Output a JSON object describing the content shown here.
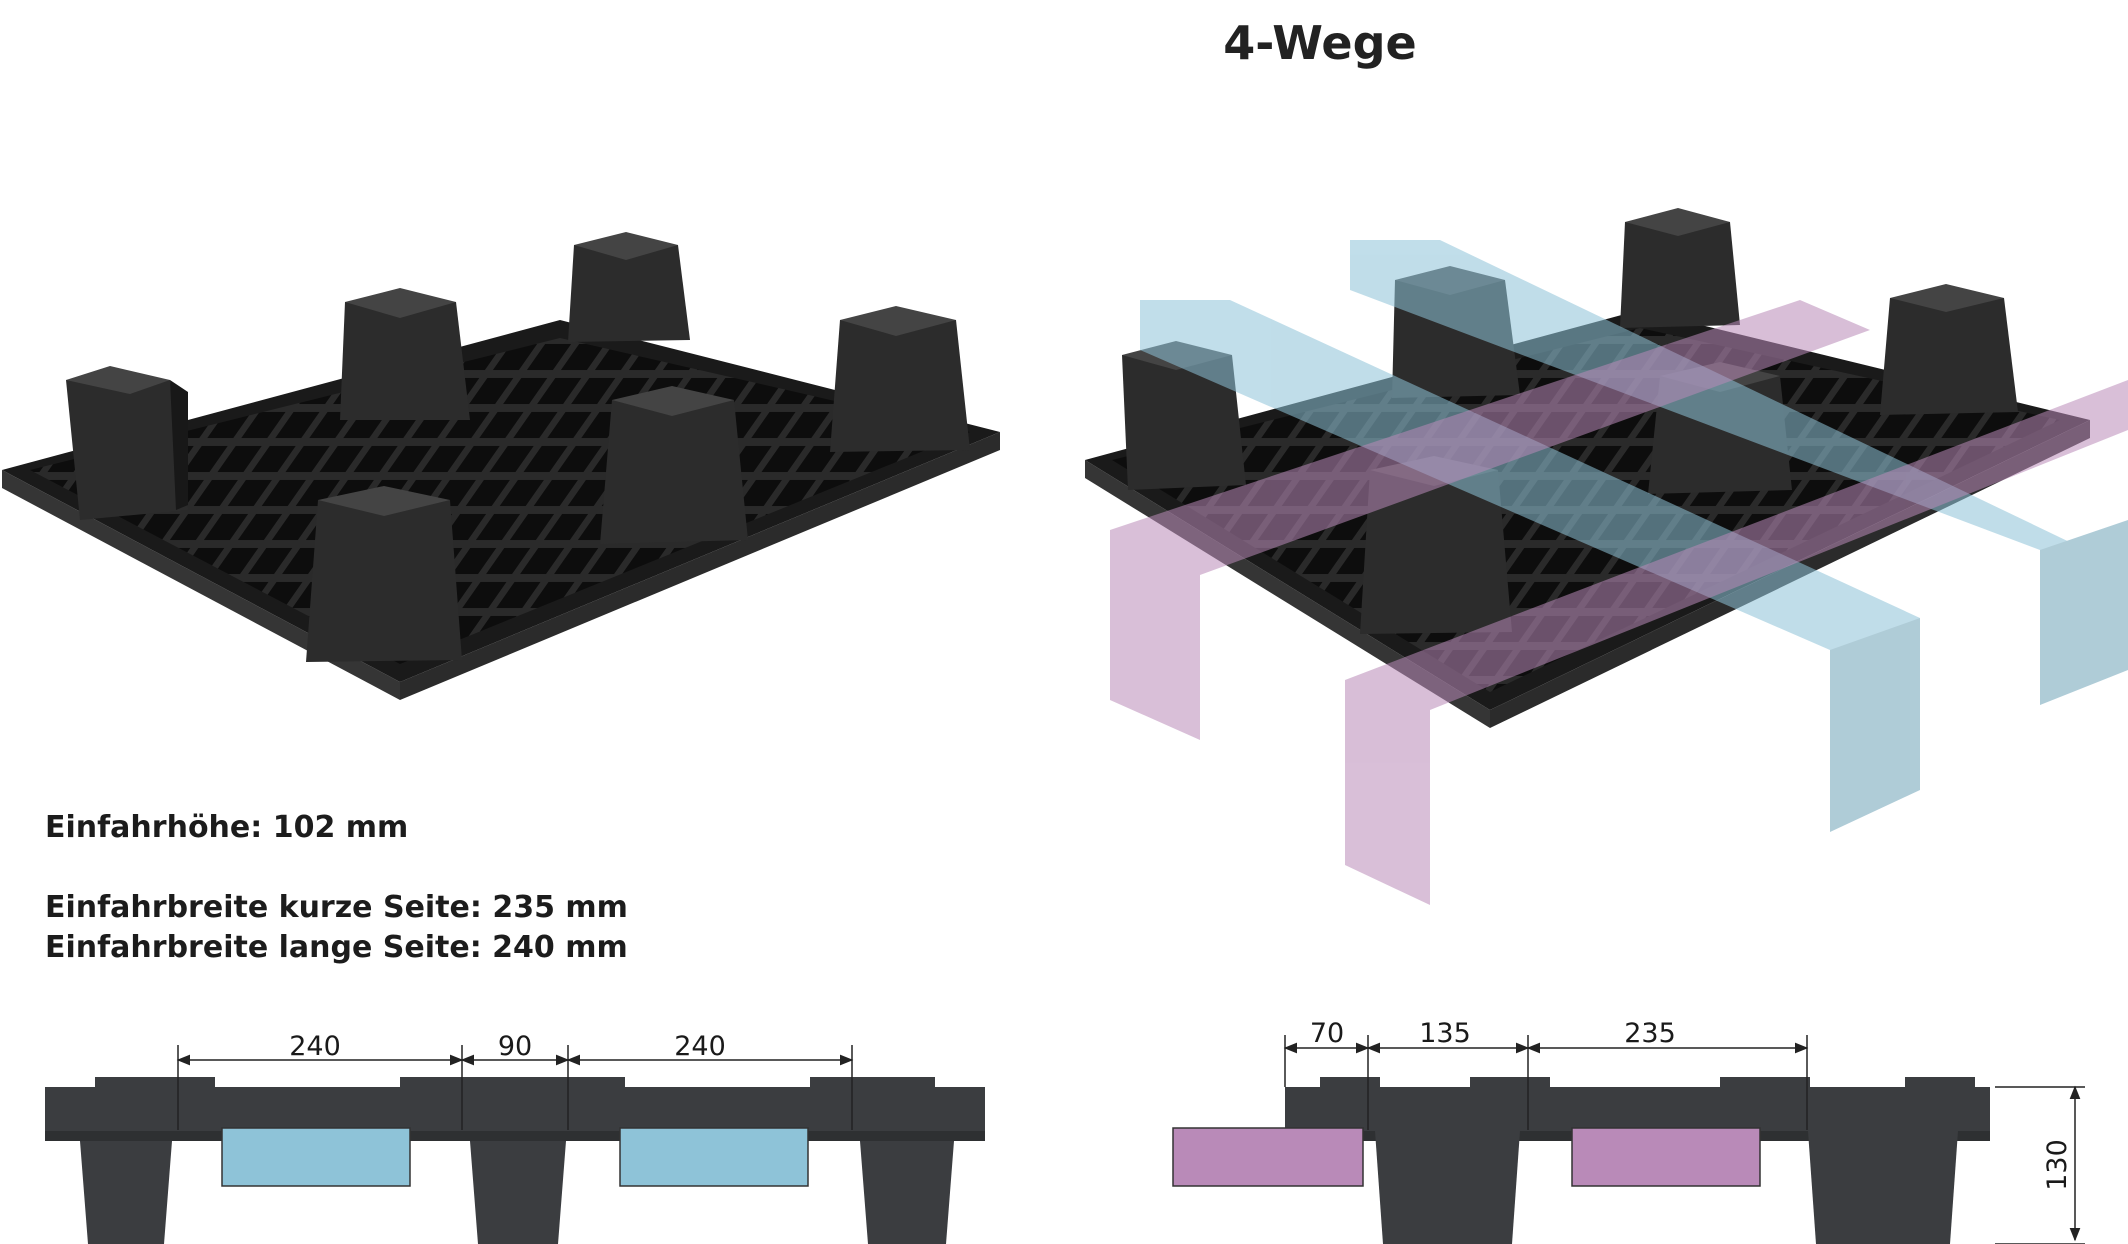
{
  "title": "4-Wege",
  "specs": {
    "entry_height": "Einfahrhöhe: 102 mm",
    "entry_width_short": "Einfahrbreite kurze Seite: 235 mm",
    "entry_width_long": "Einfahrbreite lange Seite: 240 mm"
  },
  "dimensions_long_side": [
    "240",
    "90",
    "240"
  ],
  "dimensions_short_side": [
    "70",
    "135",
    "235"
  ],
  "dimension_height": "130",
  "colors": {
    "pallet": "#1f1f1f",
    "pallet_side": "#3b3d40",
    "fork_blue": "#8ec3d8",
    "fork_purple": "#b98ab8",
    "text": "#1c1c1c"
  }
}
